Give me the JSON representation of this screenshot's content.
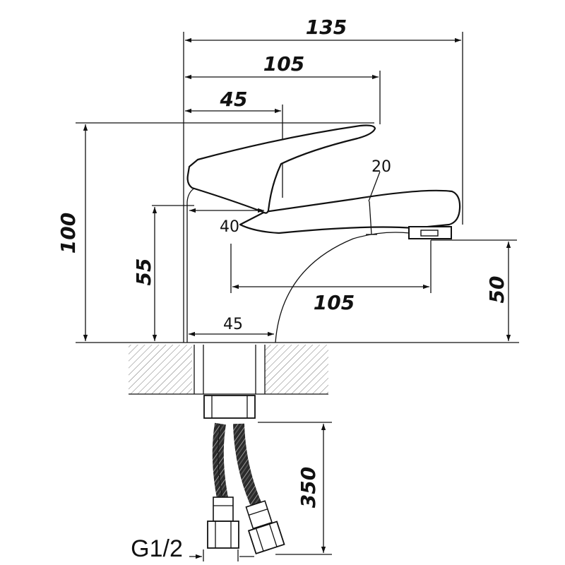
{
  "dimensions": {
    "overall_width": "135",
    "lever_length": "105",
    "lever_pivot": "45",
    "total_height": "100",
    "base_height": "55",
    "spout_height": "50",
    "spout_reach": "105",
    "base_width": "45",
    "spout_thickness": "20",
    "lever_angle": "40",
    "hose_length": "350"
  },
  "thread": "G1/2",
  "colors": {
    "line": "#111111",
    "hatch": "#777777",
    "hose": "#333333",
    "background": "#ffffff"
  }
}
